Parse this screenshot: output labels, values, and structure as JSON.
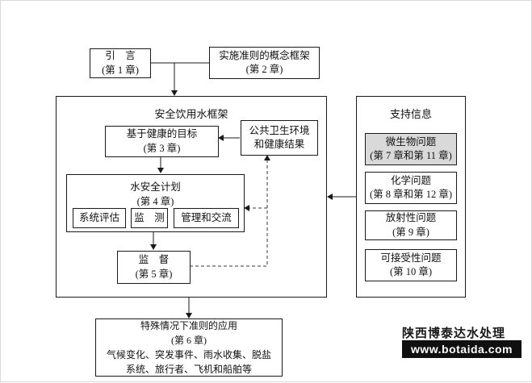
{
  "intro": {
    "line1": "引　言",
    "line2": "(第 1 章)"
  },
  "concept": {
    "line1": "实施准则的概念框架",
    "line2": "(第 2 章)"
  },
  "framework": {
    "title": "安全饮用水框架",
    "health_targets": {
      "line1": "基于健康的目标",
      "line2": "(第 3 章)"
    },
    "public_health": {
      "line1": "公共卫生环境",
      "line2": "和健康结果"
    },
    "wsp": {
      "line1": "水安全计划",
      "line2": "(第 4 章)"
    },
    "subprocesses": {
      "assessment": "系统评估",
      "monitoring": "监　测",
      "management": "管理和交流"
    },
    "surveillance": {
      "line1": "监　督",
      "line2": "(第 5 章)"
    }
  },
  "support": {
    "title": "支持信息",
    "items": [
      {
        "line1": "微生物问题",
        "line2": "(第 7 章和第 11 章)"
      },
      {
        "line1": "化学问题",
        "line2": "(第 8 章和第 12 章)"
      },
      {
        "line1": "放射性问题",
        "line2": "(第 9 章)"
      },
      {
        "line1": "可接受性问题",
        "line2": "(第 10 章)"
      }
    ]
  },
  "special": {
    "lines": [
      "特殊情况下准则的应用",
      "(第 6 章)",
      "气候变化、突发事件、雨水收集、脱盐",
      "系统、旅行者、飞机和船舶等"
    ]
  },
  "watermark": {
    "name": "陕西博泰达水处理",
    "url": "www.botaida.com"
  },
  "colors": {
    "highlight": "#d9d9d9",
    "line": "#1a1a1a"
  }
}
